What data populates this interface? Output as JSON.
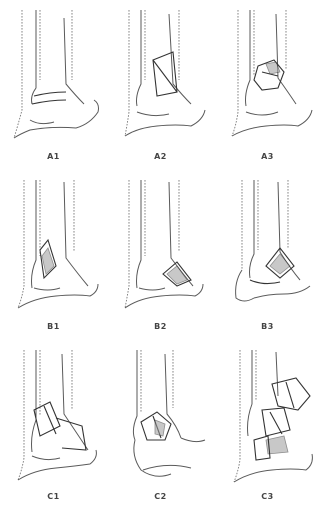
{
  "panels": [
    {
      "label": "A1",
      "icon": "ankle-fracture-type-a1-icon"
    },
    {
      "label": "A2",
      "icon": "ankle-fracture-type-a2-icon"
    },
    {
      "label": "A3",
      "icon": "ankle-fracture-type-a3-icon"
    },
    {
      "label": "B1",
      "icon": "ankle-fracture-type-b1-icon"
    },
    {
      "label": "B2",
      "icon": "ankle-fracture-type-b2-icon"
    },
    {
      "label": "B3",
      "icon": "ankle-fracture-type-b3-icon"
    },
    {
      "label": "C1",
      "icon": "ankle-fracture-type-c1-icon"
    },
    {
      "label": "C2",
      "icon": "ankle-fracture-type-c2-icon"
    },
    {
      "label": "C3",
      "icon": "ankle-fracture-type-c3-icon"
    }
  ]
}
